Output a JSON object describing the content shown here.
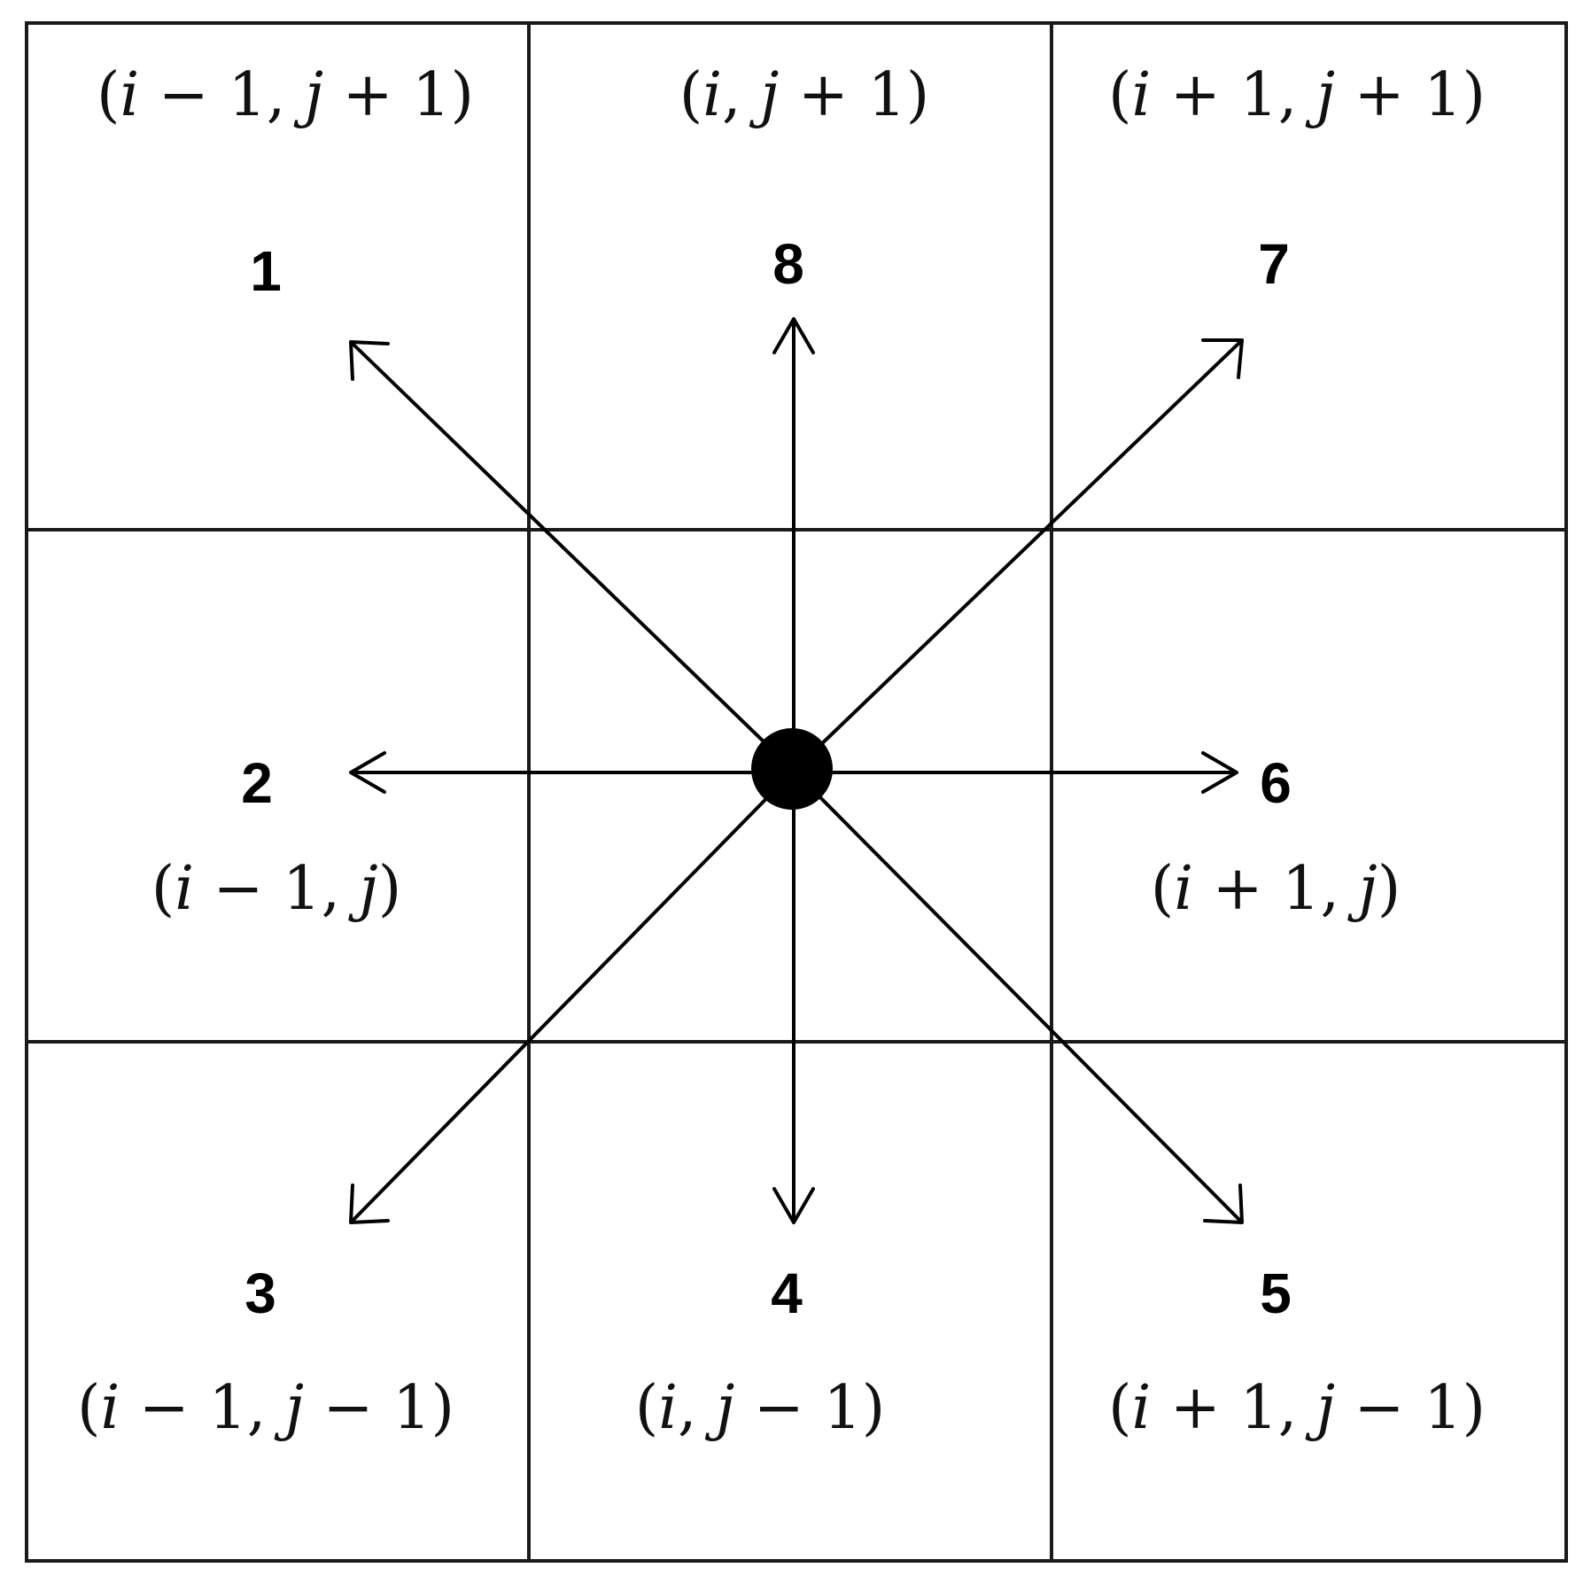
{
  "cells": {
    "top_left": {
      "coord_parts": [
        "(",
        "i",
        " − 1, ",
        "j",
        " + 1)"
      ],
      "number": "1"
    },
    "top_center": {
      "coord_parts": [
        "(",
        "i",
        ", ",
        "j",
        " + 1)"
      ],
      "number": "8"
    },
    "top_right": {
      "coord_parts": [
        "(",
        "i",
        " + 1, ",
        "j",
        " + 1)"
      ],
      "number": "7"
    },
    "middle_left": {
      "coord_parts": [
        "(",
        "i",
        " − 1, ",
        "j",
        ")"
      ],
      "number": "2"
    },
    "middle_right": {
      "coord_parts": [
        "(",
        "i",
        " + 1, ",
        "j",
        ")"
      ],
      "number": "6"
    },
    "bottom_left": {
      "coord_parts": [
        "(",
        "i",
        " − 1, ",
        "j",
        " − 1)"
      ],
      "number": "3"
    },
    "bottom_center": {
      "coord_parts": [
        "(",
        "i",
        ", ",
        "j",
        " − 1)"
      ],
      "number": "4"
    },
    "bottom_right": {
      "coord_parts": [
        "(",
        "i",
        " + 1, ",
        "j",
        " − 1)"
      ],
      "number": "5"
    }
  },
  "colors": {
    "line": "#000000",
    "background": "#ffffff"
  }
}
